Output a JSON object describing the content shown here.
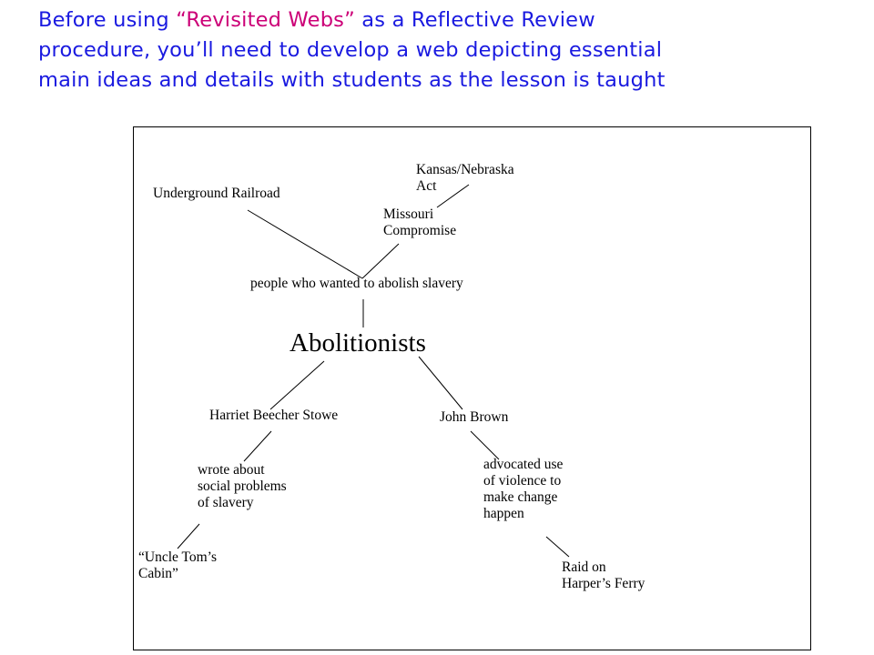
{
  "heading": {
    "line1_pre": "Before using ",
    "line1_highlight": "“Revisited Webs”",
    "line1_post": " as a Reflective Review",
    "line2": "procedure, you’ll need to  develop a web depicting essential",
    "line3": "main ideas and details with students as the lesson is taught",
    "text_color": "#1a1ae0",
    "highlight_color": "#cc0077"
  },
  "web": {
    "central": "Abolitionists",
    "definition": "people who wanted to abolish slavery",
    "underground_railroad": "Underground Railroad",
    "missouri": [
      "Missouri",
      "Compromise"
    ],
    "kansas": [
      "Kansas/Nebraska",
      "Act"
    ],
    "stowe": "Harriet Beecher Stowe",
    "stowe_detail": [
      "wrote about",
      "social problems",
      "of slavery"
    ],
    "uncle_tom": [
      "“Uncle Tom’s",
      "Cabin”"
    ],
    "brown": "John Brown",
    "brown_detail": [
      "advocated use",
      "of violence to",
      "make change",
      "happen"
    ],
    "harpers": [
      "Raid on",
      "Harper’s Ferry"
    ]
  }
}
